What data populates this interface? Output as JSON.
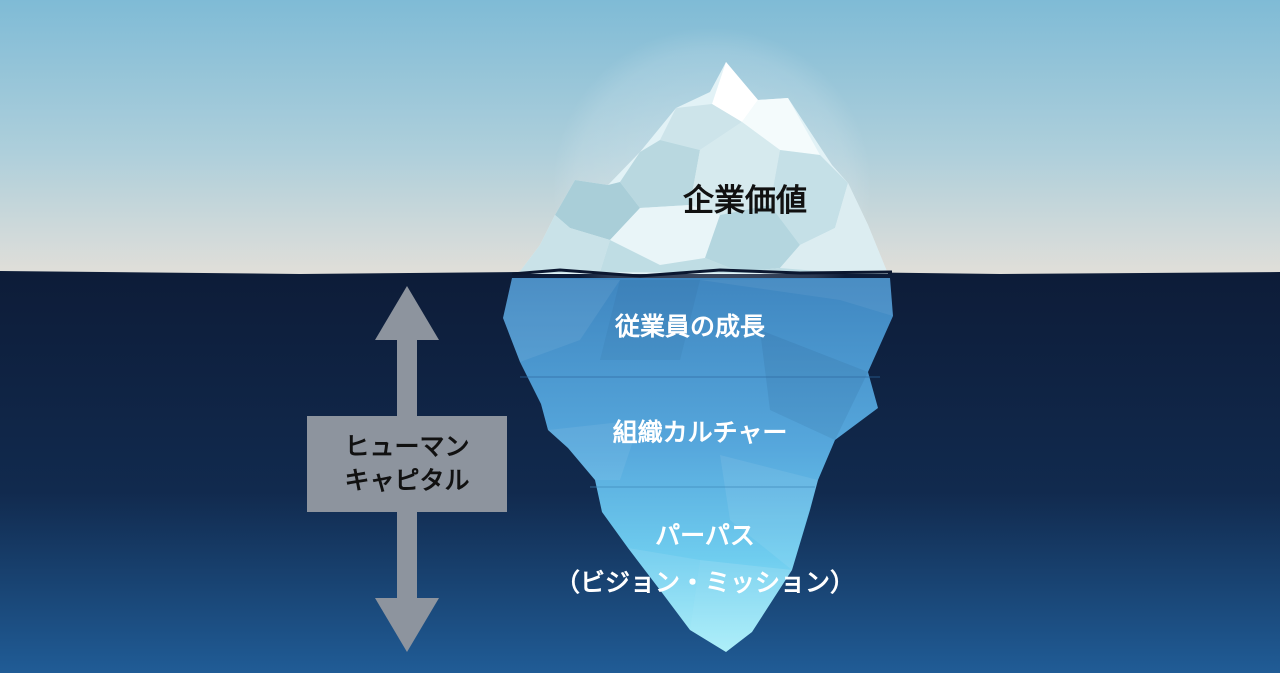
{
  "iceberg": {
    "tip_label": "企業価値",
    "layers": [
      {
        "lines": [
          "従業員の成長"
        ]
      },
      {
        "lines": [
          "組織カルチャー"
        ]
      },
      {
        "lines": [
          "パーパス",
          "（ビジョン・ミッション）"
        ]
      }
    ]
  },
  "human_capital": {
    "line1": "ヒューマン",
    "line2": "キャピタル"
  },
  "colors": {
    "sky_top": "#7fbbd6",
    "sky_bottom": "#dedcd7",
    "sea_top": "#0e1e3a",
    "sea_bottom": "#1f5a94",
    "ice_underwater_top": "#3a7fba",
    "ice_underwater_bottom": "#8ee3f6",
    "arrow_gray": "#8d949e"
  }
}
